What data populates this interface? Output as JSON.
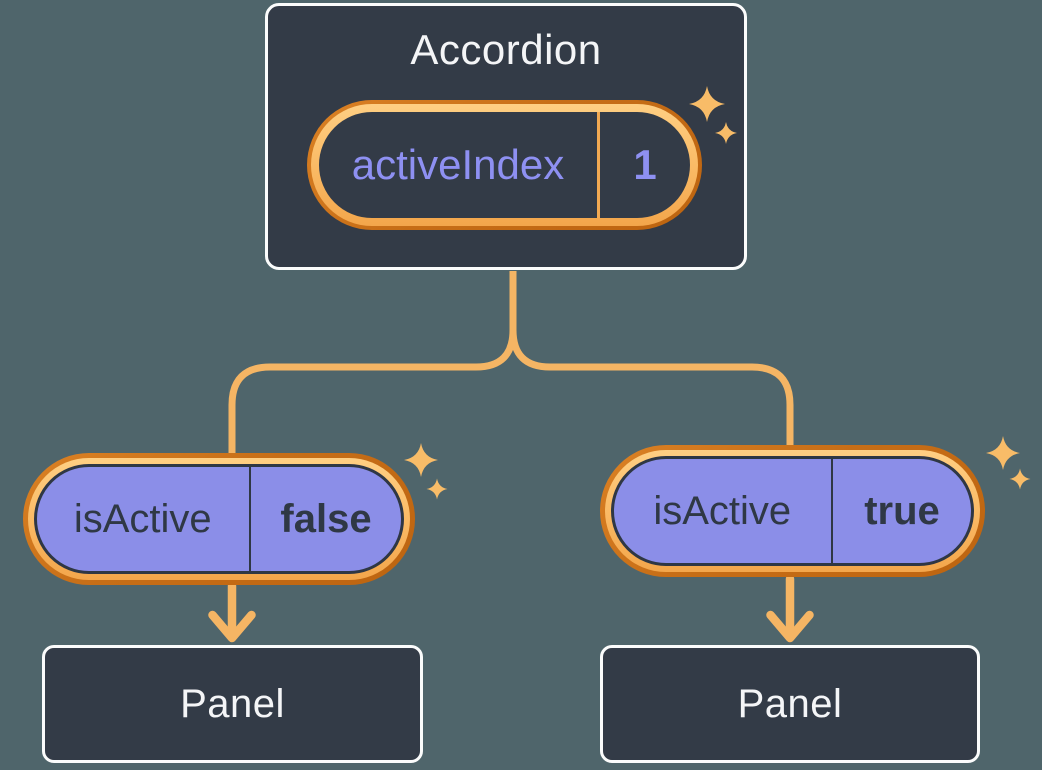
{
  "diagram": {
    "root": {
      "title": "Accordion",
      "pill": {
        "label": "activeIndex",
        "value": "1"
      }
    },
    "children": [
      {
        "pill": {
          "label": "isActive",
          "value": "false"
        },
        "panel": "Panel"
      },
      {
        "pill": {
          "label": "isActive",
          "value": "true"
        },
        "panel": "Panel"
      }
    ]
  },
  "icons": {
    "sparkles": "✦",
    "arrow_down": "↓"
  },
  "colors": {
    "background": "#4F656B",
    "node_fill": "#333B47",
    "node_border": "#FBFCFC",
    "ring_outer_orange": "#C76E17",
    "ring_inner_orange": "#FBBD69",
    "pill_purple_fill": "#8B8EE8",
    "purple_text": "#8E90F2",
    "dark_text": "#2F3845",
    "light_text": "#F4F5F7",
    "connector_orange": "#F5B564",
    "sparkle_orange": "#F8BC68"
  }
}
